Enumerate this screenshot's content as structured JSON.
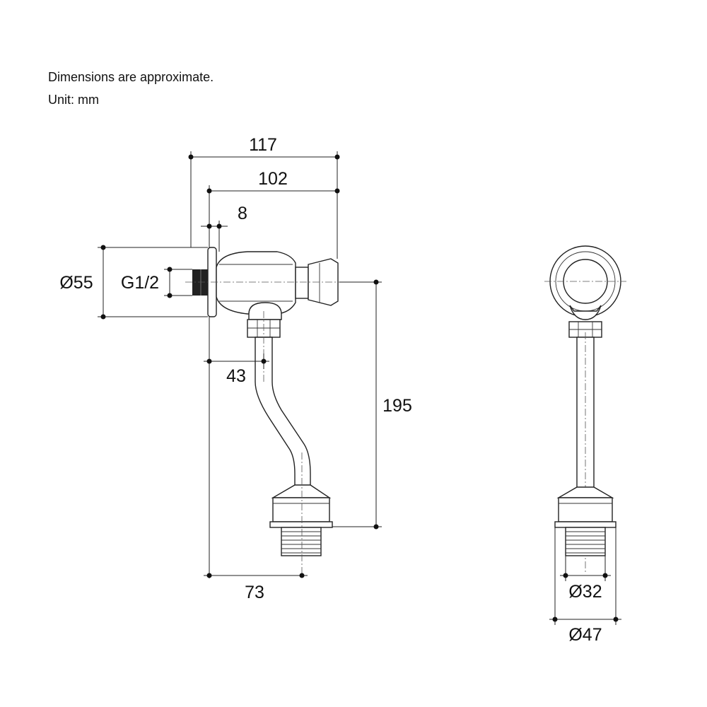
{
  "notes": {
    "line1": "Dimensions are approximate.",
    "line2": "Unit: mm"
  },
  "dimensions": {
    "overall_length": "117",
    "body_length": "102",
    "flange_thickness": "8",
    "flange_diameter": "Ø55",
    "thread": "G1/2",
    "outlet_offset": "43",
    "outlet_reach": "73",
    "overall_height": "195",
    "outlet_thread_diameter": "Ø32",
    "outlet_nut_diameter": "Ø47"
  }
}
